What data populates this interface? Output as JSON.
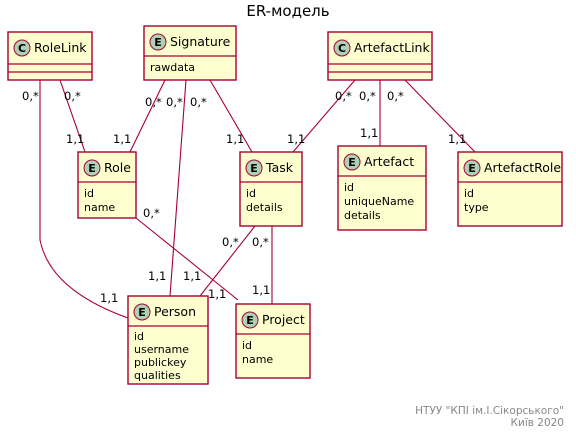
{
  "title": "ER-модель",
  "footer": {
    "line1": "НТУУ \"КПІ ім.І.Сікорського\"",
    "line2": "Київ 2020"
  },
  "entities": {
    "rolelink": {
      "kind": "C",
      "name": "RoleLink",
      "attrs": []
    },
    "signature": {
      "kind": "E",
      "name": "Signature",
      "attrs": [
        "rawdata"
      ]
    },
    "artefactlink": {
      "kind": "C",
      "name": "ArtefactLink",
      "attrs": []
    },
    "role": {
      "kind": "E",
      "name": "Role",
      "attrs": [
        "id",
        "name"
      ]
    },
    "task": {
      "kind": "E",
      "name": "Task",
      "attrs": [
        "id",
        "details"
      ]
    },
    "artefact": {
      "kind": "E",
      "name": "Artefact",
      "attrs": [
        "id",
        "uniqueName",
        "details"
      ]
    },
    "artefactrole": {
      "kind": "E",
      "name": "ArtefactRole",
      "attrs": [
        "id",
        "type"
      ]
    },
    "person": {
      "kind": "E",
      "name": "Person",
      "attrs": [
        "id",
        "username",
        "publickey",
        "qualities"
      ]
    },
    "project": {
      "kind": "E",
      "name": "Project",
      "attrs": [
        "id",
        "name"
      ]
    }
  },
  "relationships": [
    {
      "from": "RoleLink",
      "to": "Role",
      "from_mult": "0,*",
      "to_mult": "1,1"
    },
    {
      "from": "RoleLink",
      "to": "Person",
      "from_mult": "0,*",
      "to_mult": "1,1"
    },
    {
      "from": "Signature",
      "to": "Role",
      "from_mult": "0,*",
      "to_mult": "1,1"
    },
    {
      "from": "Signature",
      "to": "Person",
      "from_mult": "0,*",
      "to_mult": "1,1"
    },
    {
      "from": "Signature",
      "to": "Task",
      "from_mult": "0,*",
      "to_mult": "1,1"
    },
    {
      "from": "ArtefactLink",
      "to": "Task",
      "from_mult": "0,*",
      "to_mult": "1,1"
    },
    {
      "from": "ArtefactLink",
      "to": "Artefact",
      "from_mult": "0,*",
      "to_mult": "1,1"
    },
    {
      "from": "ArtefactLink",
      "to": "ArtefactRole",
      "from_mult": "0,*",
      "to_mult": "1,1"
    },
    {
      "from": "Role",
      "to": "Project",
      "from_mult": "0,*",
      "to_mult": "1,1"
    },
    {
      "from": "Task",
      "to": "Person",
      "from_mult": "0,*",
      "to_mult": "1,1"
    },
    {
      "from": "Task",
      "to": "Project",
      "from_mult": "0,*",
      "to_mult": "1,1"
    }
  ],
  "colors": {
    "box_fill": "#fefece",
    "border": "#a80036",
    "badge_fill": "#add1b2",
    "footer_text": "#888888"
  }
}
